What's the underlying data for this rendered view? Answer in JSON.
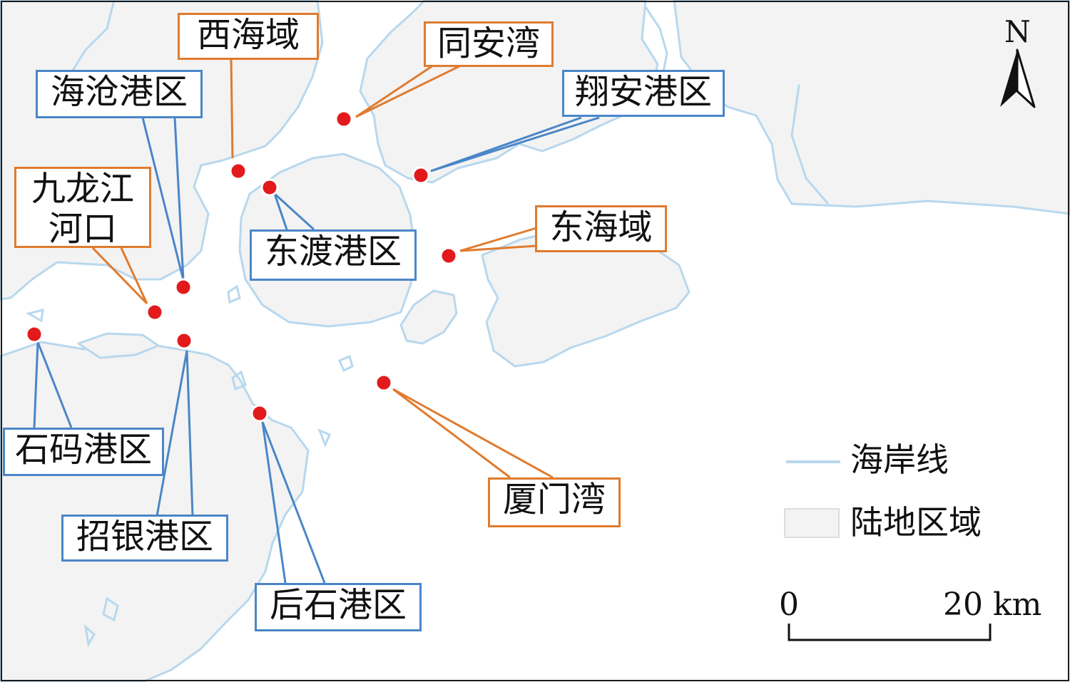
{
  "regions": {
    "西海域": "西海域",
    "同安湾": "同安湾",
    "海沧港区": "海沧港区",
    "翔安港区": "翔安港区",
    "九龙江河口": "九龙江\n河口",
    "东渡港区": "东渡港区",
    "东海域": "东海域",
    "石码港区": "石码港区",
    "招银港区": "招银港区",
    "后石港区": "后石港区",
    "厦门湾": "厦门湾"
  },
  "legend": {
    "coastline": "海岸线",
    "land": "陆地区域"
  },
  "scale": {
    "start": "0",
    "end": "20 km"
  },
  "north": "N",
  "colors": {
    "coastline": "#b8d8ee",
    "land": "#f3f3f3",
    "site_marker": "#e31a1c",
    "sea_area_label": "#e07b2e",
    "port_area_label": "#4a86c8"
  }
}
